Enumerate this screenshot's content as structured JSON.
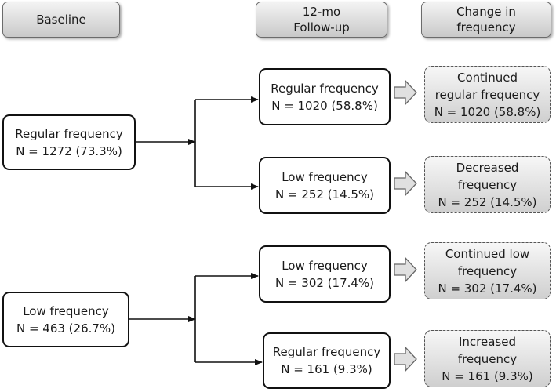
{
  "headers": {
    "baseline": "Baseline",
    "followup_line1": "12-mo",
    "followup_line2": "Follow-up",
    "change_line1": "Change in",
    "change_line2": "frequency"
  },
  "baseline": {
    "regular": {
      "label": "Regular frequency",
      "n": "N = 1272 (73.3%)"
    },
    "low": {
      "label": "Low frequency",
      "n": "N = 463 (26.7%)"
    }
  },
  "followup": {
    "regular_regular": {
      "label": "Regular frequency",
      "n": "N = 1020 (58.8%)"
    },
    "regular_low": {
      "label": "Low frequency",
      "n": "N = 252 (14.5%)"
    },
    "low_low": {
      "label": "Low frequency",
      "n": "N = 302 (17.4%)"
    },
    "low_regular": {
      "label": "Regular frequency",
      "n": "N = 161 (9.3%)"
    }
  },
  "change": {
    "continued_regular": {
      "line1": "Continued",
      "line2": "regular frequency",
      "n": "N = 1020 (58.8%)"
    },
    "decreased": {
      "line1": "Decreased",
      "line2": "frequency",
      "n": "N = 252 (14.5%)"
    },
    "continued_low": {
      "line1": "Continued low",
      "line2": "frequency",
      "n": "N = 302 (17.4%)"
    },
    "increased": {
      "line1": "Increased",
      "line2": "frequency",
      "n": "N = 161 (9.3%)"
    }
  }
}
